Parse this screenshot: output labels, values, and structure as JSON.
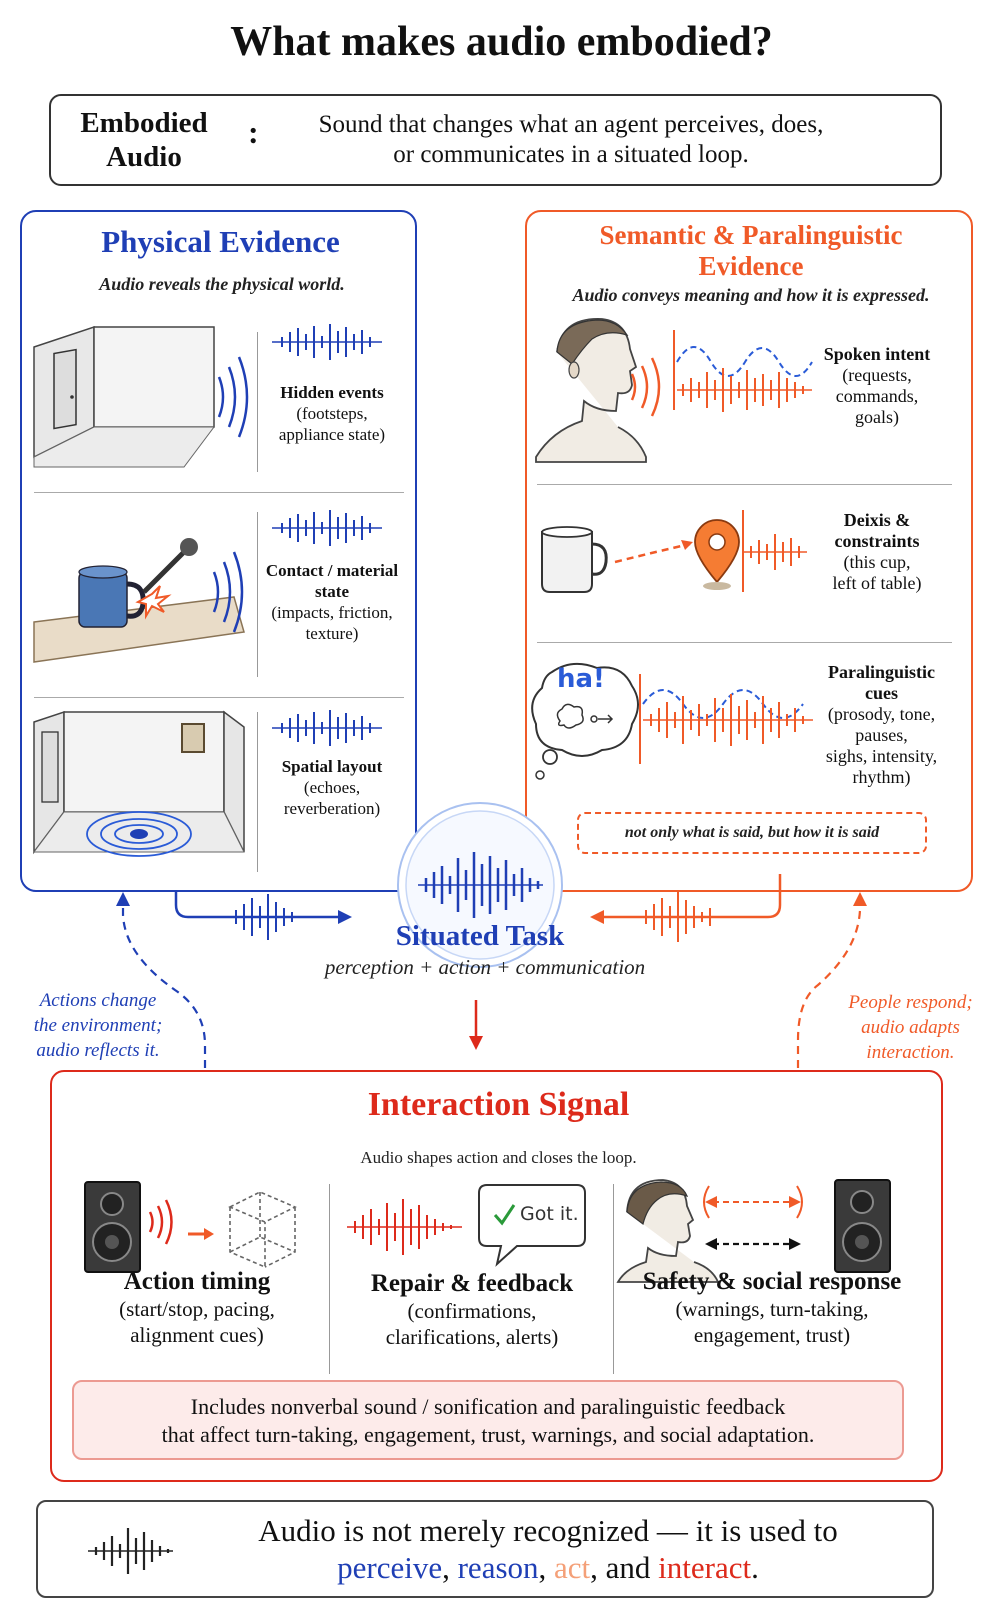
{
  "title": "What makes audio embodied?",
  "definition": {
    "term": "Embodied Audio",
    "separator": ":",
    "text_line1": "Sound that changes what an agent perceives, does,",
    "text_line2": "or communicates in a situated loop."
  },
  "physical": {
    "heading": "Physical Evidence",
    "subtitle": "Audio reveals the physical world.",
    "items": [
      {
        "title": "Hidden events",
        "detail_line1": "(footsteps,",
        "detail_line2": "appliance state)"
      },
      {
        "title_line1": "Contact / material",
        "title_line2": "state",
        "detail_line1": "(impacts, friction,",
        "detail_line2": "texture)"
      },
      {
        "title": "Spatial layout",
        "detail_line1": "(echoes,",
        "detail_line2": "reverberation)"
      }
    ]
  },
  "semantic": {
    "heading_line1": "Semantic & Paralinguistic",
    "heading_line2": "Evidence",
    "subtitle": "Audio conveys meaning and how it is expressed.",
    "items": [
      {
        "title": "Spoken intent",
        "detail_line1": "(requests,",
        "detail_line2": "commands,",
        "detail_line3": "goals)"
      },
      {
        "title_line1": "Deixis &",
        "title_line2": "constraints",
        "detail_line1": "(this cup,",
        "detail_line2": "left of table)"
      },
      {
        "title_line1": "Paralinguistic",
        "title_line2": "cues",
        "detail_line1": "(prosody, tone,",
        "detail_line2": "pauses,",
        "detail_line3": "sighs, intensity,",
        "detail_line4": "rhythm)"
      }
    ],
    "bubble_text": "ha!",
    "note": "not only what is said, but how it is said"
  },
  "situated": {
    "title": "Situated Task",
    "subtitle": "perception + action + communication"
  },
  "left_loop": {
    "line1": "Actions change",
    "line2": "the environment;",
    "line3": "audio reflects it."
  },
  "right_loop": {
    "line1": "People respond;",
    "line2": "audio adapts",
    "line3": "interaction."
  },
  "interaction": {
    "heading": "Interaction Signal",
    "subtitle": "Audio shapes action and closes the loop.",
    "columns": [
      {
        "title": "Action timing",
        "detail_line1": "(start/stop, pacing,",
        "detail_line2": "alignment cues)"
      },
      {
        "title": "Repair & feedback",
        "detail_line1": "(confirmations,",
        "detail_line2": "clarifications, alerts)"
      },
      {
        "title": "Safety & social response",
        "detail_line1": "(warnings, turn-taking,",
        "detail_line2": "engagement, trust)"
      }
    ],
    "got_it": "Got it.",
    "note_line1": "Includes nonverbal sound / sonification and paralinguistic feedback",
    "note_line2": "that affect turn-taking, engagement, trust, warnings, and social adaptation."
  },
  "footer": {
    "line1": "Audio is not merely recognized — it is used to",
    "perceive": "perceive",
    "sep1": ",",
    "reason": "reason",
    "sep2": ",",
    "act": "act",
    "sep3": ", and",
    "interact": "interact",
    "end": "."
  },
  "colors": {
    "blue": "#1f3fb5",
    "orange": "#f05a28",
    "red": "#dd2a1b",
    "dark": "#444444"
  }
}
